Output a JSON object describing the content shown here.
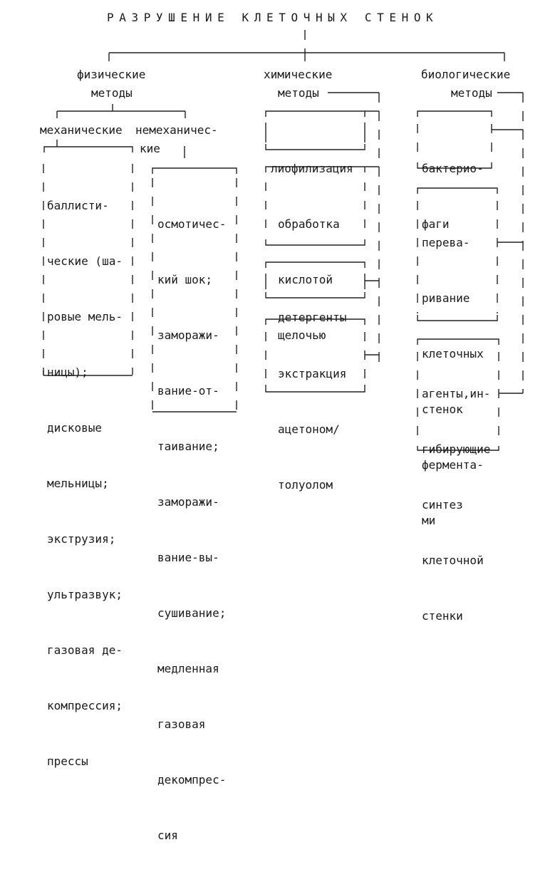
{
  "title": "РАЗРУШЕНИЕ КЛЕТОЧНЫХ СТЕНОК",
  "categories": {
    "physical": {
      "line1": "физические",
      "line2": "методы"
    },
    "chemical": {
      "line1": "химические",
      "line2": "методы"
    },
    "biological": {
      "line1": "биологические",
      "line2": "методы"
    }
  },
  "physical_sub": {
    "mechanical": "механические",
    "nonmechanical_line1": "немеханичес-",
    "nonmechanical_line2": "кие"
  },
  "boxes": {
    "mechanical": [
      "баллисти-",
      "ческие (ша-",
      "ровые мель-",
      "ницы);",
      "дисковые",
      "мельницы;",
      "экструзия;",
      "ультразвук;",
      "газовая де-",
      "компрессия;",
      "прессы"
    ],
    "nonmechanical": [
      "осмотичес-",
      "кий шок;",
      "заморажи-",
      "вание-от-",
      "таивание;",
      "заморажи-",
      "вание-вы-",
      "сушивание;",
      "медленная",
      "газовая",
      "декомпрес-",
      "сия"
    ],
    "lyophilization": [
      "лиофилизация"
    ],
    "acid_base": [
      "обработка",
      "кислотой",
      "щелочью"
    ],
    "detergents": [
      "детергенты"
    ],
    "extraction": [
      "экстракция",
      "ацетоном/",
      "толуолом"
    ],
    "phages": [
      "бактерио-",
      "фаги"
    ],
    "enzymes": [
      "перева-",
      "ривание",
      "клеточных",
      "стенок",
      "фермента-",
      "ми"
    ],
    "inhibitors": [
      "агенты,ин-",
      "гибирующие",
      "синтез",
      "клеточной",
      "стенки"
    ]
  }
}
